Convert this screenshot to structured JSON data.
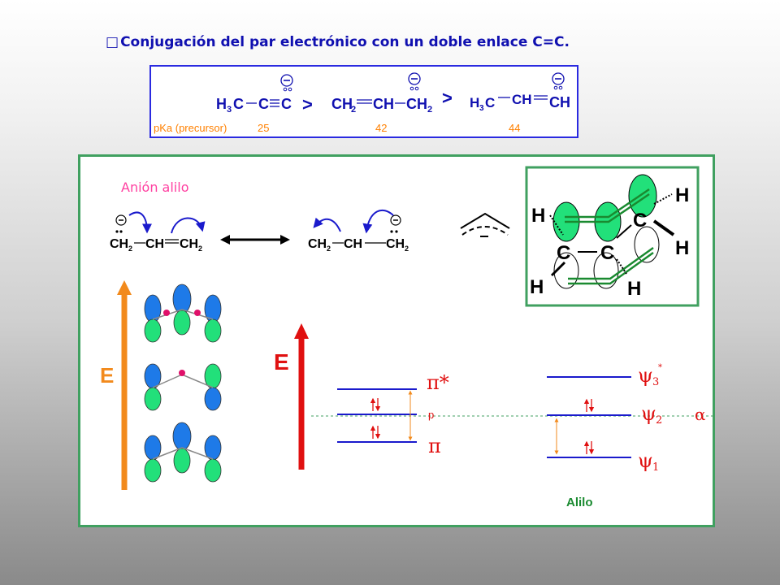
{
  "heading": {
    "bullet": "□",
    "text": "Conjugación del par electrónico con un doble  enlace C=C."
  },
  "acidity": {
    "species": [
      {
        "parts": [
          "H",
          "3",
          "C",
          "C",
          "C"
        ]
      },
      {
        "parts": [
          "CH",
          "2",
          "CH",
          "CH",
          "2"
        ]
      },
      {
        "parts": [
          "H",
          "3",
          "C",
          "CH",
          "CH"
        ]
      }
    ],
    "comparator": ">",
    "pka_label": "pKa (precursor)",
    "pka_values": [
      "25",
      "42",
      "44"
    ]
  },
  "allyl": {
    "title": "Anión alilo",
    "resonance_left": [
      "CH",
      "2",
      "CH",
      "CH",
      "2"
    ],
    "resonance_right": [
      "CH",
      "2",
      "CH",
      "CH",
      "2"
    ],
    "structure_atoms": {
      "h": "H",
      "c": "C"
    }
  },
  "energy_axis_label": "E",
  "mo_diagram": {
    "levels_left": [
      "π*",
      "p",
      "π"
    ],
    "levels_right": [
      "ψ",
      "3",
      "*",
      "ψ",
      "2",
      "ψ",
      "1"
    ],
    "alpha": "α",
    "caption": "Alilo"
  },
  "colors": {
    "heading": "#1010b0",
    "pka": "#ff8000",
    "panel_border": "#40a060",
    "lobe_blue": "#1e7ae8",
    "lobe_green": "#22e07a",
    "level_blue": "#1a1acc",
    "arrow_red": "#e01010",
    "arrow_orange": "#f28a1c"
  }
}
